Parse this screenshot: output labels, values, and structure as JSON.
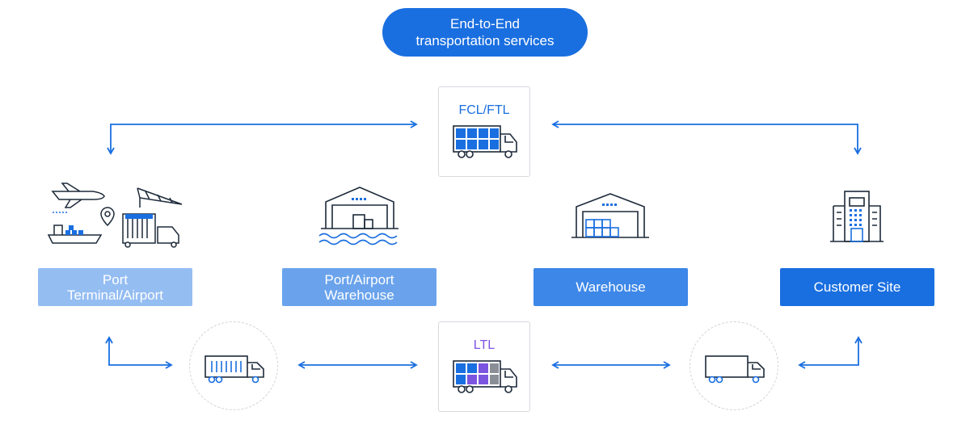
{
  "header": {
    "line1": "End-to-End",
    "line2": "transportation services"
  },
  "modes": {
    "ftl": "FCL/FTL",
    "ltl": "LTL"
  },
  "stages": [
    {
      "line1": "Port",
      "line2": "Terminal/Airport"
    },
    {
      "line1": "Port/Airport",
      "line2": "Warehouse"
    },
    {
      "line1": "Warehouse"
    },
    {
      "line1": "Customer Site"
    }
  ],
  "colors": {
    "primary": "#1a6fe0",
    "stage1": "#94bdf2",
    "stage2": "#6aa3ec",
    "stage3": "#3d87e8",
    "stage4": "#1a6fe0",
    "ltl_accent": "#7b55e0"
  }
}
